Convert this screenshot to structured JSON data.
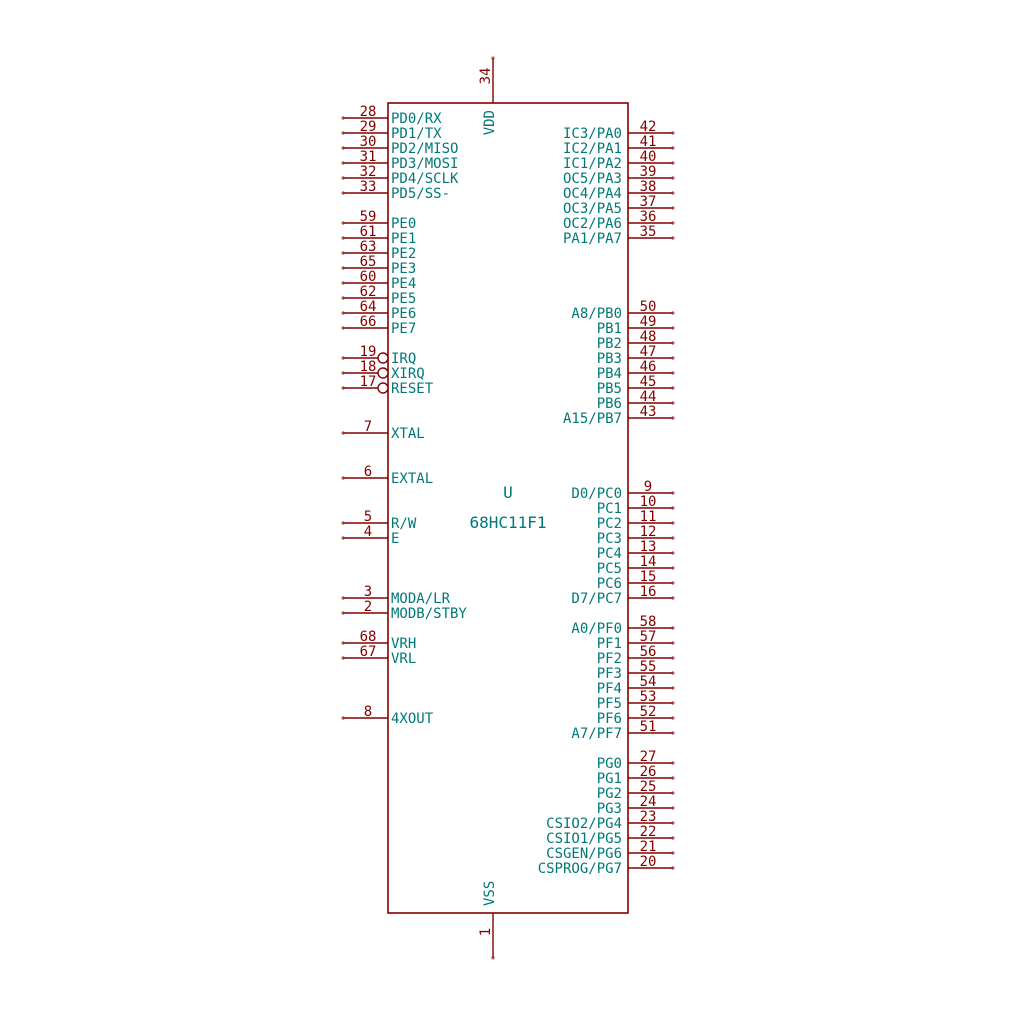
{
  "component": {
    "reference": "U",
    "value": "68HC11F1"
  },
  "colors": {
    "body": "#840000",
    "pin_line": "#840000",
    "pin_number": "#840000",
    "pin_name": "#007878",
    "background": "#ffffff"
  },
  "pins": {
    "top": [
      {
        "num": "34",
        "name": "VDD"
      }
    ],
    "bottom": [
      {
        "num": "1",
        "name": "VSS"
      }
    ],
    "left": [
      {
        "num": "28",
        "name": "PD0/RX",
        "inverted": false
      },
      {
        "num": "29",
        "name": "PD1/TX",
        "inverted": false
      },
      {
        "num": "30",
        "name": "PD2/MISO",
        "inverted": false
      },
      {
        "num": "31",
        "name": "PD3/MOSI",
        "inverted": false
      },
      {
        "num": "32",
        "name": "PD4/SCLK",
        "inverted": false
      },
      {
        "num": "33",
        "name": "PD5/SS-",
        "inverted": false
      },
      {
        "num": "59",
        "name": "PE0",
        "inverted": false
      },
      {
        "num": "61",
        "name": "PE1",
        "inverted": false
      },
      {
        "num": "63",
        "name": "PE2",
        "inverted": false
      },
      {
        "num": "65",
        "name": "PE3",
        "inverted": false
      },
      {
        "num": "60",
        "name": "PE4",
        "inverted": false
      },
      {
        "num": "62",
        "name": "PE5",
        "inverted": false
      },
      {
        "num": "64",
        "name": "PE6",
        "inverted": false
      },
      {
        "num": "66",
        "name": "PE7",
        "inverted": false
      },
      {
        "num": "19",
        "name": "IRQ",
        "inverted": true
      },
      {
        "num": "18",
        "name": "XIRQ",
        "inverted": true
      },
      {
        "num": "17",
        "name": "RESET",
        "inverted": true
      },
      {
        "num": "7",
        "name": "XTAL",
        "inverted": false
      },
      {
        "num": "6",
        "name": "EXTAL",
        "inverted": false
      },
      {
        "num": "5",
        "name": "R/W",
        "inverted": false
      },
      {
        "num": "4",
        "name": "E",
        "inverted": false
      },
      {
        "num": "3",
        "name": "MODA/LR",
        "inverted": false
      },
      {
        "num": "2",
        "name": "MODB/STBY",
        "inverted": false
      },
      {
        "num": "68",
        "name": "VRH",
        "inverted": false
      },
      {
        "num": "67",
        "name": "VRL",
        "inverted": false
      },
      {
        "num": "8",
        "name": "4XOUT",
        "inverted": false
      }
    ],
    "right": [
      {
        "num": "42",
        "name": "IC3/PA0"
      },
      {
        "num": "41",
        "name": "IC2/PA1"
      },
      {
        "num": "40",
        "name": "IC1/PA2"
      },
      {
        "num": "39",
        "name": "OC5/PA3"
      },
      {
        "num": "38",
        "name": "OC4/PA4"
      },
      {
        "num": "37",
        "name": "OC3/PA5"
      },
      {
        "num": "36",
        "name": "OC2/PA6"
      },
      {
        "num": "35",
        "name": "PA1/PA7"
      },
      {
        "num": "50",
        "name": "A8/PB0"
      },
      {
        "num": "49",
        "name": "PB1"
      },
      {
        "num": "48",
        "name": "PB2"
      },
      {
        "num": "47",
        "name": "PB3"
      },
      {
        "num": "46",
        "name": "PB4"
      },
      {
        "num": "45",
        "name": "PB5"
      },
      {
        "num": "44",
        "name": "PB6"
      },
      {
        "num": "43",
        "name": "A15/PB7"
      },
      {
        "num": "9",
        "name": "D0/PC0"
      },
      {
        "num": "10",
        "name": "PC1"
      },
      {
        "num": "11",
        "name": "PC2"
      },
      {
        "num": "12",
        "name": "PC3"
      },
      {
        "num": "13",
        "name": "PC4"
      },
      {
        "num": "14",
        "name": "PC5"
      },
      {
        "num": "15",
        "name": "PC6"
      },
      {
        "num": "16",
        "name": "D7/PC7"
      },
      {
        "num": "58",
        "name": "A0/PF0"
      },
      {
        "num": "57",
        "name": "PF1"
      },
      {
        "num": "56",
        "name": "PF2"
      },
      {
        "num": "55",
        "name": "PF3"
      },
      {
        "num": "54",
        "name": "PF4"
      },
      {
        "num": "53",
        "name": "PF5"
      },
      {
        "num": "52",
        "name": "PF6"
      },
      {
        "num": "51",
        "name": "A7/PF7"
      },
      {
        "num": "27",
        "name": "PG0"
      },
      {
        "num": "26",
        "name": "PG1"
      },
      {
        "num": "25",
        "name": "PG2"
      },
      {
        "num": "24",
        "name": "PG3"
      },
      {
        "num": "23",
        "name": "CSIO2/PG4"
      },
      {
        "num": "22",
        "name": "CSIO1/PG5"
      },
      {
        "num": "21",
        "name": "CSGEN/PG6"
      },
      {
        "num": "20",
        "name": "CSPROG/PG7"
      }
    ]
  }
}
